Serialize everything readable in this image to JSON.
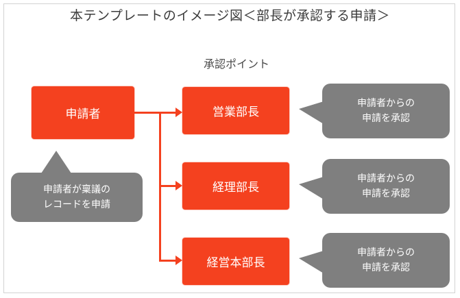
{
  "page": {
    "title": "本テンプレートのイメージ図＜部長が承認する申請＞",
    "subtitle": "承認ポイント",
    "colors": {
      "box_red": "#f4411f",
      "callout_gray": "#7f7f7f",
      "background": "#ffffff",
      "frame_border": "#d2d2d2",
      "title_text": "#3b3b3b"
    }
  },
  "applicant": {
    "box_label": "申請者",
    "callout": {
      "line1": "申請者が稟議の",
      "line2": "レコードを申請"
    }
  },
  "approvers": [
    {
      "box_label": "営業部長",
      "callout": {
        "line1": "申請者からの",
        "line2": "申請を承認"
      }
    },
    {
      "box_label": "経理部長",
      "callout": {
        "line1": "申請者からの",
        "line2": "申請を承認"
      }
    },
    {
      "box_label": "経営本部長",
      "callout": {
        "line1": "申請者からの",
        "line2": "申請を承認"
      }
    }
  ]
}
